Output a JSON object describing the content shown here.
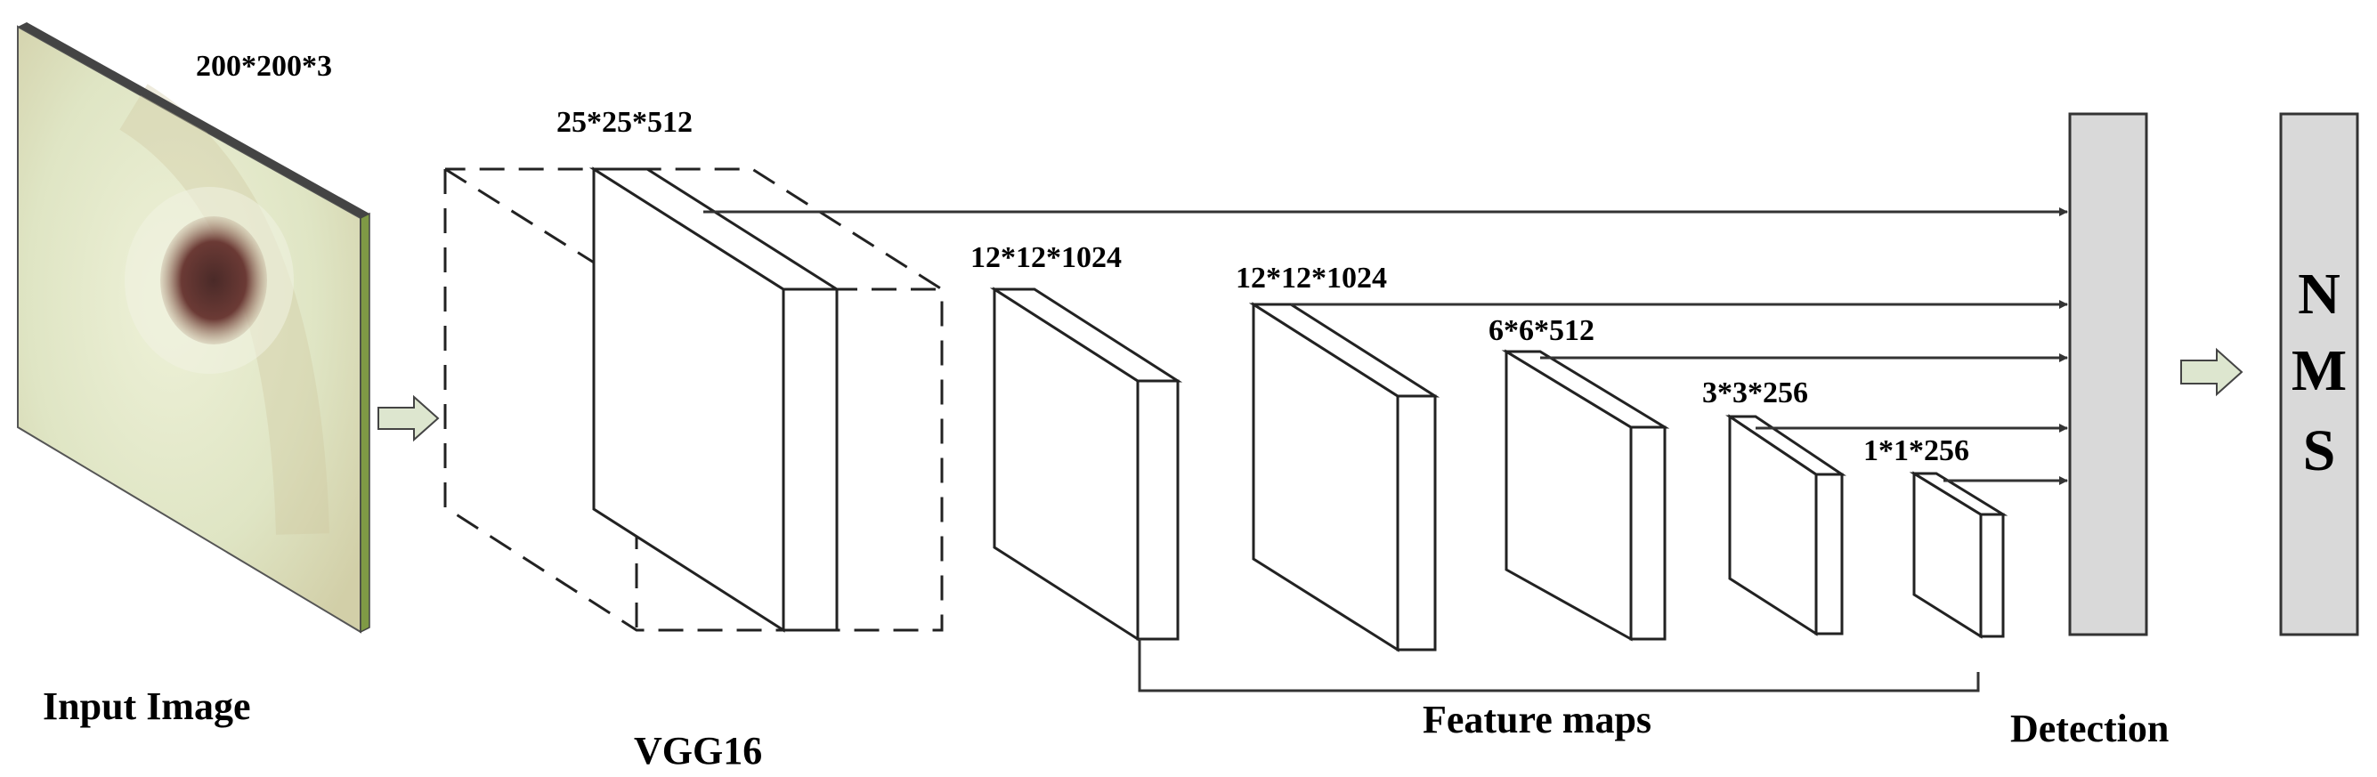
{
  "input": {
    "dims": "200*200*3",
    "caption": "Input Image"
  },
  "vgg": {
    "dims": "25*25*512",
    "caption": "VGG16"
  },
  "feature_maps": {
    "caption": "Feature maps",
    "layers": [
      {
        "dims": "12*12*1024"
      },
      {
        "dims": "12*12*1024"
      },
      {
        "dims": "6*6*512"
      },
      {
        "dims": "3*3*256"
      },
      {
        "dims": "1*1*256"
      }
    ]
  },
  "detection": {
    "caption": "Detection"
  },
  "nms": {
    "letters": [
      "N",
      "M",
      "S"
    ]
  },
  "colors": {
    "stroke": "#1a1a1a",
    "block_fill": "#d9d9d9",
    "flow_arrow_fill": "#dde6cf",
    "image_base": "#dfe5c4",
    "lesion": "#6b3a35",
    "image_edge": "#6f8a3a"
  }
}
